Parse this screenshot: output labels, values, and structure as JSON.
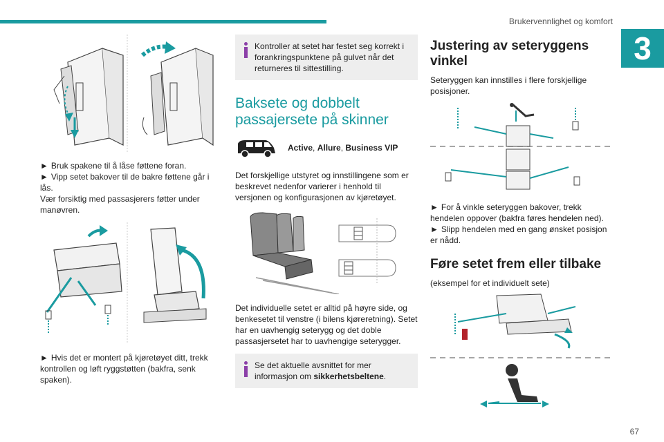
{
  "header": {
    "title": "Brukervennlighet og komfort",
    "chapter": "3",
    "page_number": "67"
  },
  "col1": {
    "steps_a": [
      "Bruk spakene til å låse føttene foran.",
      "Vipp setet bakover til de bakre føttene går i lås."
    ],
    "note_a": "Vær forsiktig med passasjerers føtter under manøvren.",
    "step_b": "Hvis det er montert på kjøretøyet ditt, trekk kontrollen og løft ryggstøtten (bakfra, senk spaken)."
  },
  "col2": {
    "info_top": "Kontroller at setet har festet seg korrekt i forankringspunktene på gulvet når det returneres til sittestilling.",
    "section_title": "Baksete og dobbelt passajersete på skinner",
    "variant_1": "Active",
    "variant_sep_1": ", ",
    "variant_2": "Allure",
    "variant_sep_2": ", ",
    "variant_3": "Business VIP",
    "paragraph_1": "Det forskjellige utstyret og innstillingene som er beskrevet nedenfor varierer i henhold til versjonen og konfigurasjonen av kjøretøyet.",
    "paragraph_2": "Det individuelle setet er alltid på høyre side, og benkesetet til venstre (i bilens kjøreretning). Setet har en uavhengig seterygg og det doble passasjersetet har to uavhengige seterygger.",
    "info_bottom_pre": "Se det aktuelle avsnittet for mer informasjon om ",
    "info_bottom_bold": "sikkerhetsbeltene",
    "info_bottom_post": "."
  },
  "col3": {
    "title_1": "Justering av seteryggens vinkel",
    "paragraph_1": "Seteryggen kan innstilles i flere forskjellige posisjoner.",
    "steps_1": [
      "For å vinkle seteryggen bakover, trekk hendelen oppover (bakfra føres hendelen ned).",
      "Slipp hendelen med en gang ønsket posisjon er nådd."
    ],
    "title_2": "Føre setet frem eller tilbake",
    "paragraph_2": "(eksempel for et individuelt sete)"
  },
  "bullet": "►",
  "colors": {
    "accent": "#1a9ba0",
    "info_icon": "#8b3fa8",
    "info_bg": "#eeeeee"
  }
}
